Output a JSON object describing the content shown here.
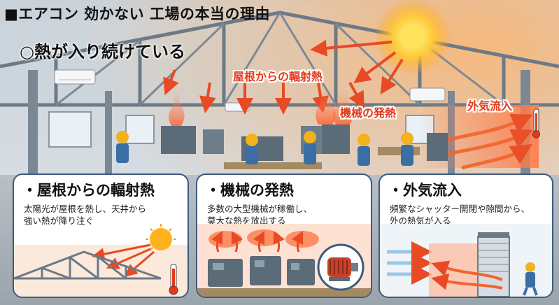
{
  "title": "■エアコン 効かない 工場の本当の理由",
  "subtitle": "○熱が入り続けている",
  "callouts": {
    "roof": "屋根からの輻射熱",
    "machine": "機械の発熱",
    "outside": "外気流入"
  },
  "panels": [
    {
      "title": "・屋根からの輻射熱",
      "lines": [
        "太陽光が屋根を熱し、天井から",
        "強い熱が降り注ぐ"
      ]
    },
    {
      "title": "・機械の発熱",
      "lines": [
        "多数の大型機械が稼働し、",
        "莫大な熱を放出する"
      ]
    },
    {
      "title": "・外気流入",
      "lines": [
        "頻繁なシャッター開閉や隙間から、",
        "外の熱気が入る"
      ]
    }
  ],
  "colors": {
    "accent": "#e53a1a",
    "panel_border": "#3d5a80",
    "worker_uniform": "#3b6ea5",
    "helmet": "#f2b21c"
  },
  "icons": [
    "sun-icon",
    "thermometer-icon",
    "motor-icon",
    "heat-arrow-icon",
    "worker-icon",
    "air-conditioner-icon",
    "shutter-icon"
  ]
}
